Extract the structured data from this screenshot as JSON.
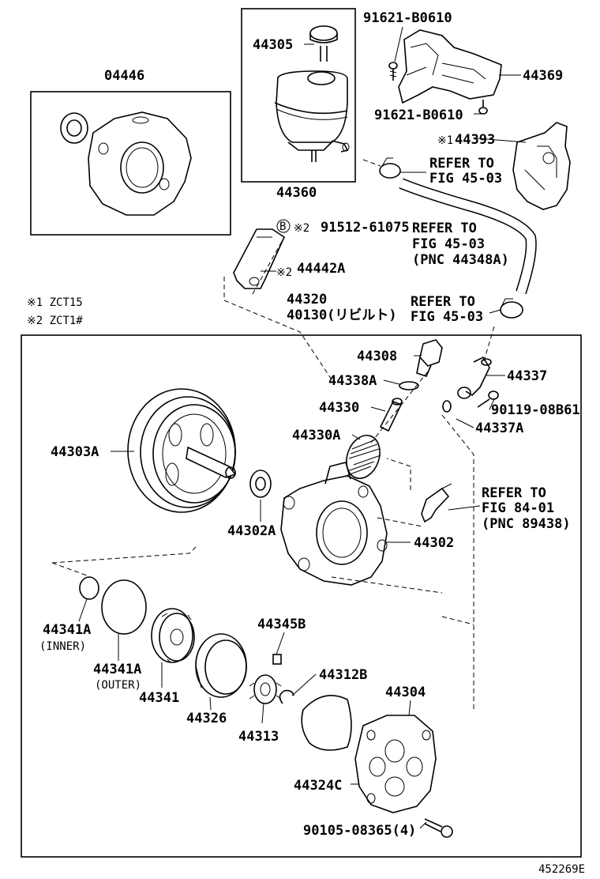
{
  "labels": {
    "l04446": "04446",
    "l44305": "44305",
    "l44360": "44360",
    "l91621a": "91621-B0610",
    "l44369": "44369",
    "l91621b": "91621-B0610",
    "l44393": "44393",
    "ref1a": "REFER TO",
    "ref1b": "FIG 45-03",
    "l91512": "91512-61075",
    "ref2a": "REFER TO",
    "ref2b": "FIG 45-03",
    "ref2c": "(PNC 44348A)",
    "l44442a": "44442A",
    "note1": "※1 ZCT15",
    "note2": "※2 ZCT1#",
    "l44320": "44320",
    "l40130": "40130(リビルト)",
    "ref3a": "REFER TO",
    "ref3b": "FIG 45-03",
    "l44308": "44308",
    "l44338a": "44338A",
    "l44337": "44337",
    "l44330": "44330",
    "l90119": "90119-08B61",
    "l44337a": "44337A",
    "l44330a": "44330A",
    "l44303a": "44303A",
    "ref4a": "REFER TO",
    "ref4b": "FIG 84-01",
    "ref4c": "(PNC 89438)",
    "l44302a": "44302A",
    "l44302": "44302",
    "l44341a1": "44341A",
    "inner": "(INNER)",
    "l44345b": "44345B",
    "l44341a2": "44341A",
    "outer": "(OUTER)",
    "l44312b": "44312B",
    "l44341": "44341",
    "l44304": "44304",
    "l44326": "44326",
    "l44313": "44313",
    "l44324c": "44324C",
    "l90105": "90105-08365(4)",
    "figno": "452269E",
    "mark1": "※1",
    "mark2a": "※2",
    "mark2b": "※2",
    "circleB": "B"
  }
}
